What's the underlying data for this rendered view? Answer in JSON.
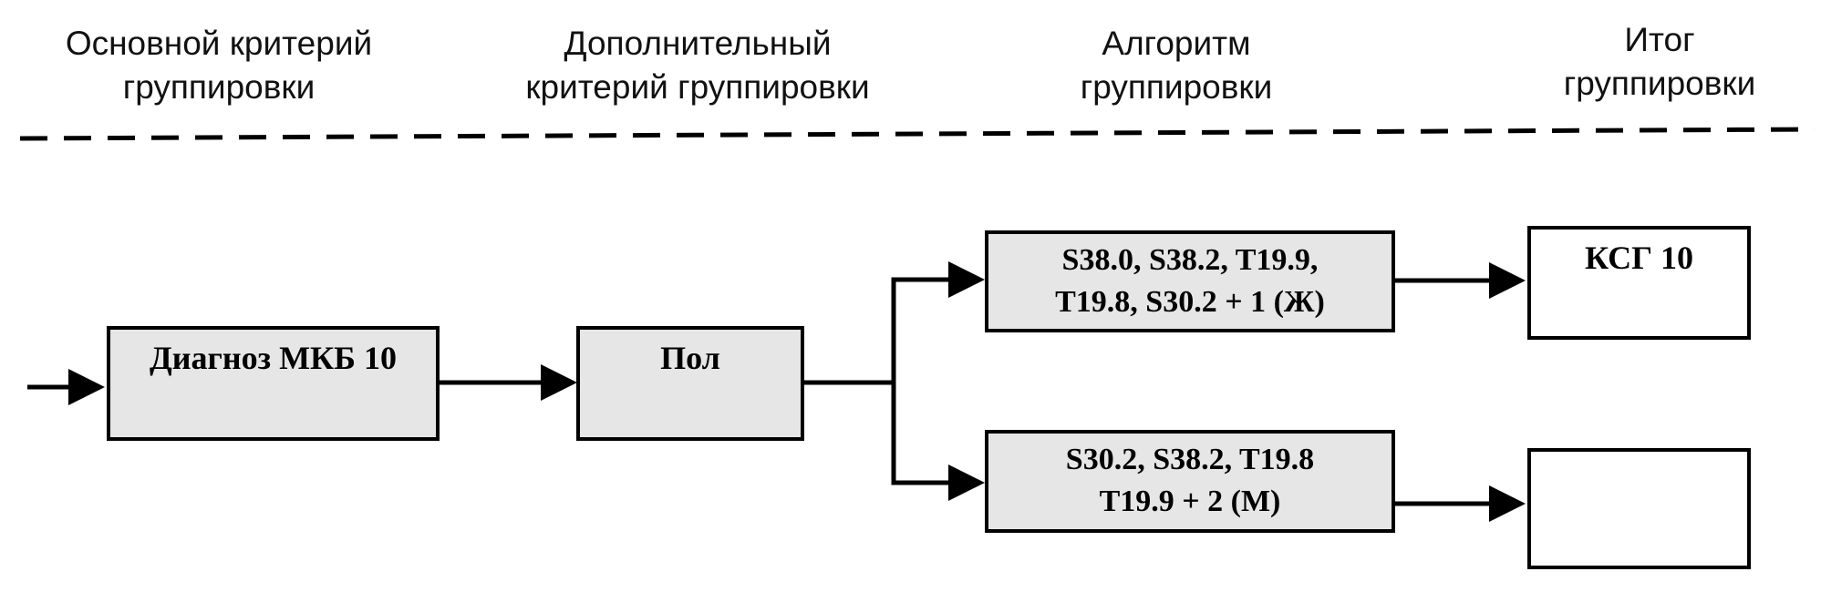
{
  "headers": {
    "main_criterion": [
      "Основной критерий",
      "группировки"
    ],
    "additional_criterion": [
      "Дополнительный",
      "критерий группировки"
    ],
    "algorithm": [
      "Алгоритм",
      "группировки"
    ],
    "result": [
      "Итог",
      "группировки"
    ]
  },
  "nodes": {
    "diagnosis": {
      "label": "Диагноз МКБ 10"
    },
    "sex": {
      "label": "Пол"
    },
    "algo_female": {
      "lines": [
        "S38.0, S38.2, T19.9,",
        "T19.8, S30.2 + 1 (Ж)"
      ]
    },
    "algo_male": {
      "lines": [
        "S30.2, S38.2, T19.8",
        "T19.9 + 2 (М)"
      ]
    },
    "result_top": {
      "label": "КСГ 10"
    },
    "result_bottom": {
      "label": ""
    }
  },
  "colors": {
    "box_fill": "#e6e6e6",
    "stroke": "#000000",
    "result_fill": "#ffffff"
  }
}
